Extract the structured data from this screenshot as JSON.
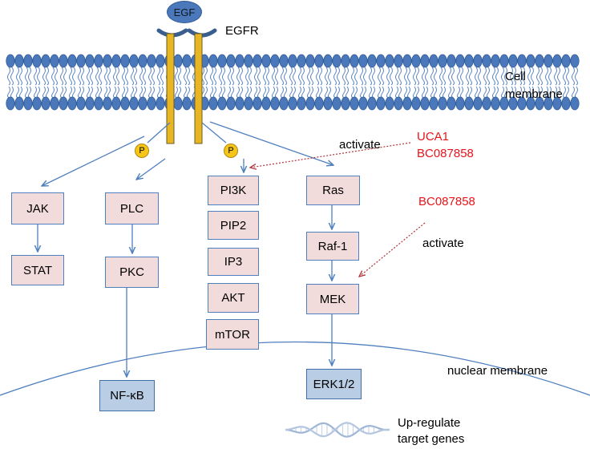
{
  "ligand": {
    "label": "EGF"
  },
  "receptor": {
    "label": "EGFR"
  },
  "cell_membrane": {
    "line1": "Cell",
    "line2": "membrane"
  },
  "phospho": {
    "left": "P",
    "right": "P"
  },
  "regulators": {
    "activate_top": "activate",
    "uca1": "UCA1",
    "bc087858_top": "BC087858",
    "bc087858_mid": "BC087858",
    "activate_mid": "activate"
  },
  "pathways": {
    "jak_stat": [
      "JAK",
      "STAT"
    ],
    "plc_pkc": [
      "PLC",
      "PKC",
      "NF-κB"
    ],
    "pi3k_akt": [
      "PI3K",
      "PIP2",
      "IP3",
      "AKT",
      "mTOR"
    ],
    "ras_mapk": [
      "Ras",
      "Raf-1",
      "MEK",
      "ERK1/2"
    ]
  },
  "nucleus": {
    "membrane_label": "nuclear membrane",
    "output_line1": "Up-regulate",
    "output_line2": "target genes"
  },
  "colors": {
    "membrane_head": "#4a78bb",
    "receptor": "#e8b623",
    "box_fill": "#f2dcdb",
    "nuclear_box_fill": "#b9cde5",
    "arrow": "#4f7fbf",
    "regulator_text": "#e8141b",
    "regulator_arrow": "#b0343a"
  }
}
